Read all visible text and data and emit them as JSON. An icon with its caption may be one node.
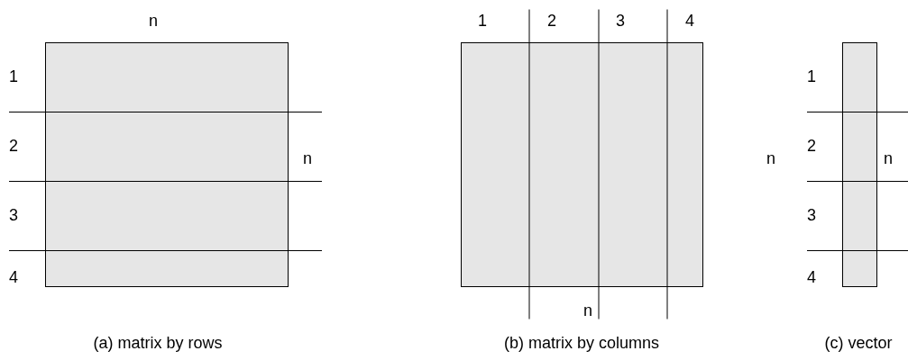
{
  "diagram": {
    "labels": [
      "n",
      "1",
      "2",
      "n",
      "3",
      "4",
      "(a) matrix by rows",
      "1",
      "2",
      "3",
      "4",
      "n",
      "n",
      "(b) matrix by columns",
      "1",
      "2",
      "n",
      "3",
      "4",
      "(c) vector"
    ]
  }
}
